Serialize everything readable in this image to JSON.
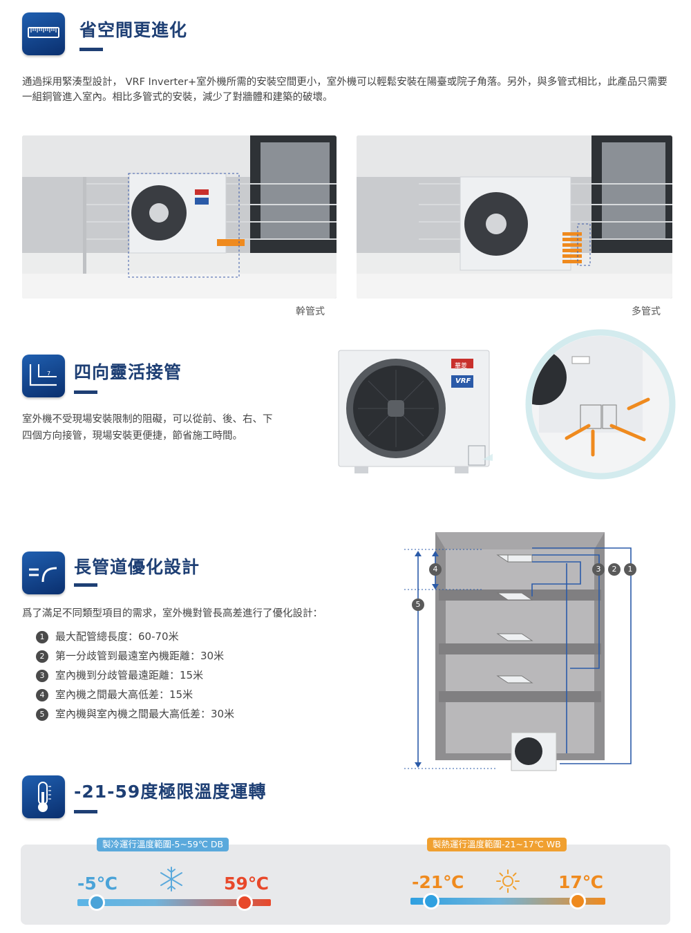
{
  "sections": {
    "space": {
      "title": "省空間更進化",
      "text": "通過採用緊湊型設計， VRF Inverter+室外機所需的安裝空間更小，室外機可以輕鬆安裝在陽臺或院子角落。另外，與多管式相比，此產品只需要一組銅管進入室內。相比多管式的安裝，減少了對牆體和建築的破壞。",
      "captions": [
        "幹管式",
        "多管式"
      ]
    },
    "piping": {
      "title": "四向靈活接管",
      "text_line1": "室外機不受現場安裝限制的阻礙，可以從前、後、右、下",
      "text_line2": "四個方向接管，現場安裝更便捷，節省施工時間。",
      "brand_label": "華菱",
      "vrf_label": "VRF"
    },
    "long_pipe": {
      "title": "長管道優化設計",
      "intro": "爲了滿足不同類型項目的需求，室外機對管長高差進行了優化設計：",
      "items": [
        {
          "num": "1",
          "text": "最大配管總長度：60-70米"
        },
        {
          "num": "2",
          "text": "第一分歧管到最遠室內機距離：30米"
        },
        {
          "num": "3",
          "text": "室內機到分歧管最遠距離：15米"
        },
        {
          "num": "4",
          "text": "室內機之間最大高低差：15米"
        },
        {
          "num": "5",
          "text": "室內機與室內機之間最大高低差：30米"
        }
      ],
      "diagram_numbers": [
        "4",
        "3",
        "2",
        "1",
        "5"
      ]
    },
    "temperature": {
      "title": "-21-59度極限溫度運轉",
      "cooling": {
        "label": "製冷運行溫度範圍-5~59℃ DB",
        "min": "-5℃",
        "max": "59℃"
      },
      "heating": {
        "label": "製熱運行溫度範圍-21~17℃ WB",
        "min": "-21℃",
        "max": "17℃"
      }
    }
  },
  "colors": {
    "title_blue": "#1e3f74",
    "cool_blue": "#4aa3d8",
    "warm_red": "#e8482a",
    "warm_orange": "#ef8a1e",
    "pill_blue": "#5aa9dc",
    "pill_orange": "#f0a030"
  },
  "icons": [
    "ruler-icon",
    "pipe-corner-icon",
    "pipe-bend-icon",
    "thermometer-icon",
    "snowflake-icon",
    "sun-icon"
  ]
}
